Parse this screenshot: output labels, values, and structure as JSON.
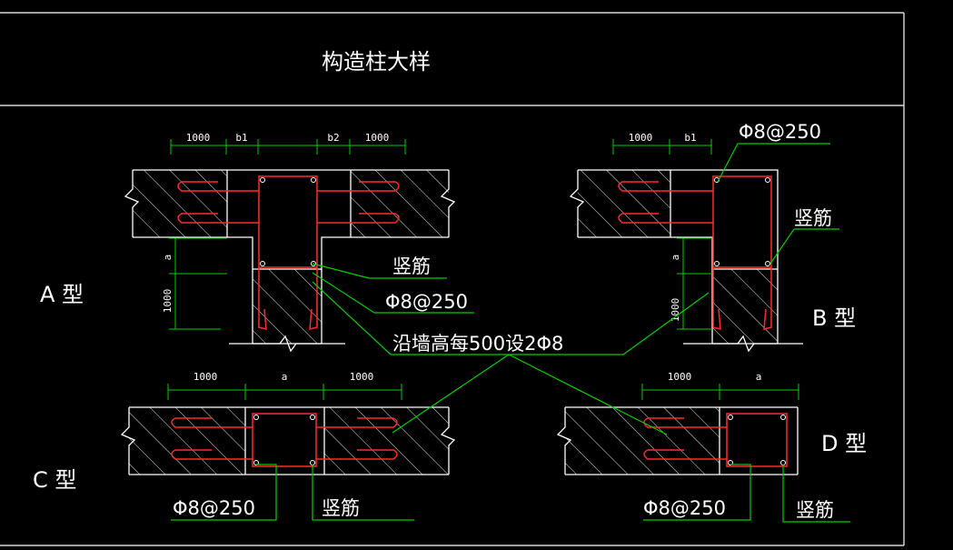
{
  "title": "构造柱大样",
  "types": {
    "a": "A 型",
    "b": "B 型",
    "c": "C 型",
    "d": "D 型"
  },
  "dims": {
    "d1000": "1000",
    "b1": "b1",
    "b2": "b2",
    "a": "a"
  },
  "annotations": {
    "vertical_bar": "竖筋",
    "stirrup": "Φ8@250",
    "wall_tie": "沿墙高每500设2Φ8"
  },
  "colors": {
    "background": "#000000",
    "lines": "#ffffff",
    "rebar": "#ff2a2a",
    "dimension": "#00d000"
  }
}
